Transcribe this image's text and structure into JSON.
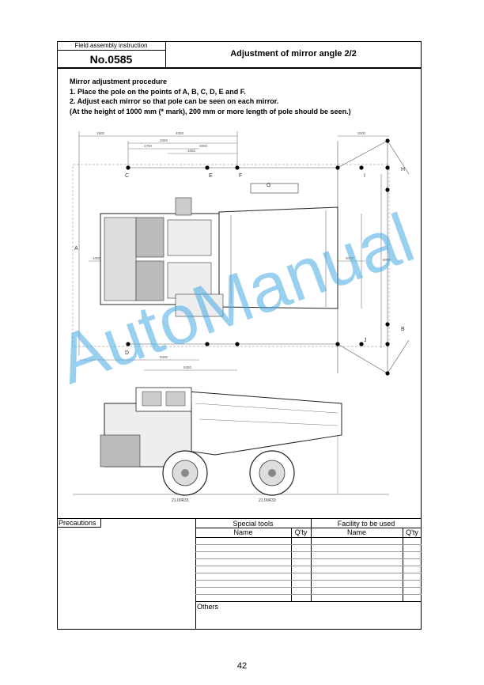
{
  "header": {
    "category": "Field assembly instruction",
    "number": "No.0585",
    "title": "Adjustment of mirror angle 2/2"
  },
  "procedure": {
    "heading": "Mirror adjustment procedure",
    "step1": "1. Place the pole on the points of A, B, C, D, E and F.",
    "step2": "2. Adjust each mirror so that pole can be seen on each mirror.",
    "note": "(At the height of 1000 mm (* mark), 200 mm or more length of pole should be seen.)"
  },
  "drawing": {
    "point_labels": [
      "A",
      "B",
      "C",
      "D",
      "E",
      "F",
      "G",
      "H",
      "I",
      "J"
    ],
    "dimensions": [
      "1900",
      "4000",
      "2650",
      "1750",
      "2050",
      "1052",
      "2500",
      "1000",
      "6000",
      "3000",
      "5300",
      "8000"
    ],
    "tire_text": "21.00R33"
  },
  "table": {
    "precautions": "Precautions",
    "special_tools": "Special tools",
    "facility": "Facility to be used",
    "name": "Name",
    "qty": "Q'ty",
    "others": "Others"
  },
  "watermark": "AutoManual",
  "page_number": "42"
}
